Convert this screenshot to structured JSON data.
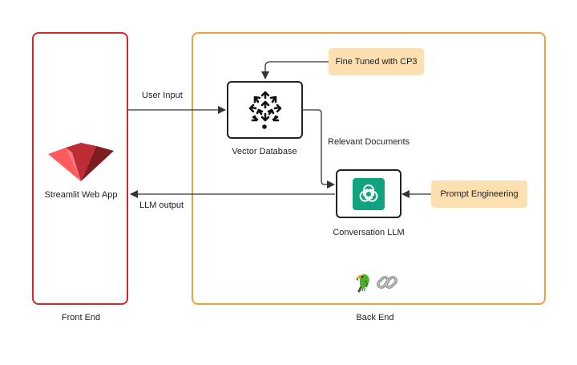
{
  "frontend": {
    "group_label": "Front End",
    "app_label": "Streamlit Web App",
    "logo_icon": "streamlit-boat-icon",
    "border_color": "#d3262e"
  },
  "backend": {
    "group_label": "Back End",
    "border_color": "#f0a040",
    "vector_db_label": "Vector Database",
    "vector_db_icon": "pinecone-icon",
    "llm_label": "Conversation LLM",
    "llm_icon": "openai-icon",
    "llm_icon_bg": "#10a37f",
    "fine_tuned_note": "Fine Tuned with CP3",
    "prompt_note": "Prompt Engineering",
    "note_bg": "#fde0b0",
    "footer_icons": [
      "parrot-icon",
      "chain-link-icon"
    ]
  },
  "edges": {
    "user_input": "User Input",
    "relevant_documents": "Relevant Documents",
    "llm_output": "LLM output"
  }
}
